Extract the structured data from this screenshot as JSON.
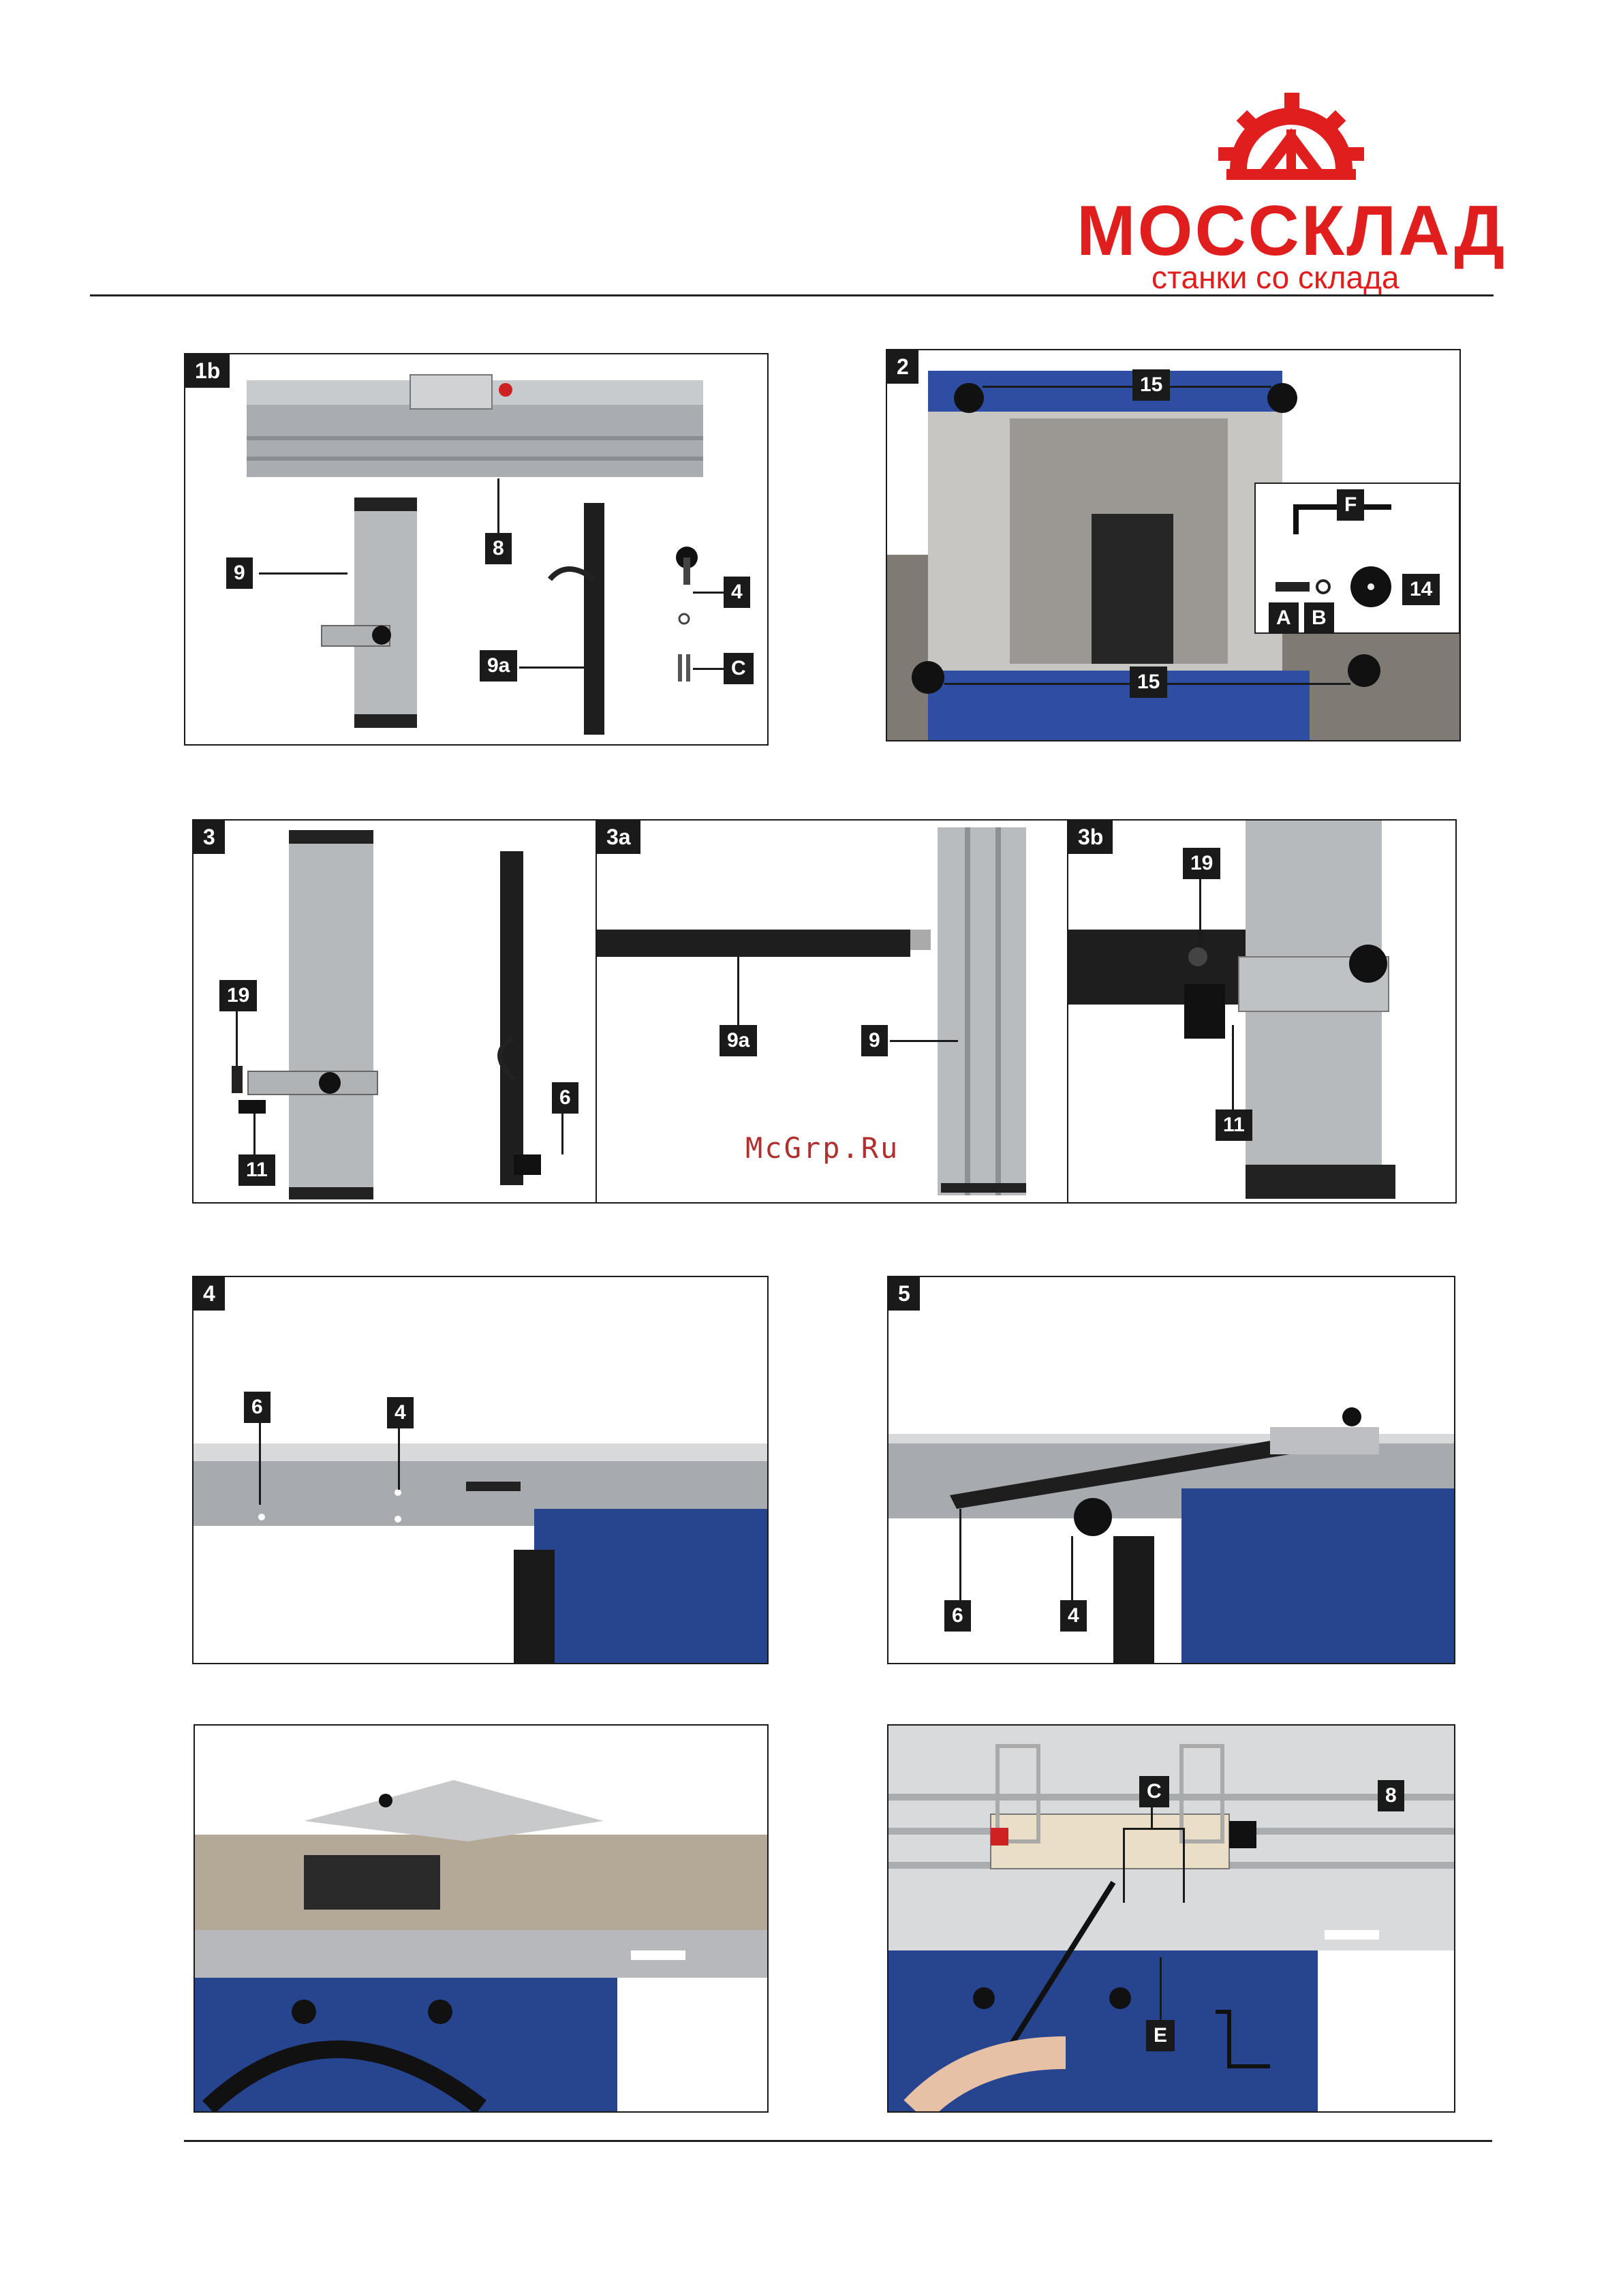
{
  "logo": {
    "name": "МОССКЛАД",
    "tagline": "станки со склада",
    "color": "#e11e1e"
  },
  "watermark": "McGrp.Ru",
  "figures": [
    {
      "id": "1b",
      "labels": [
        "8",
        "9",
        "9a",
        "4",
        "C"
      ]
    },
    {
      "id": "2",
      "labels": [
        "15",
        "15",
        "F",
        "A",
        "B",
        "14"
      ]
    },
    {
      "id": "3",
      "labels": [
        "19",
        "11",
        "6"
      ]
    },
    {
      "id": "3a",
      "labels": [
        "9a",
        "9"
      ]
    },
    {
      "id": "3b",
      "labels": [
        "19",
        "11"
      ]
    },
    {
      "id": "4",
      "labels": [
        "6",
        "4"
      ]
    },
    {
      "id": "5",
      "labels": [
        "6",
        "4"
      ]
    },
    {
      "id": "6",
      "labels": []
    },
    {
      "id": "7",
      "labels": [
        "C",
        "8",
        "E"
      ]
    }
  ]
}
